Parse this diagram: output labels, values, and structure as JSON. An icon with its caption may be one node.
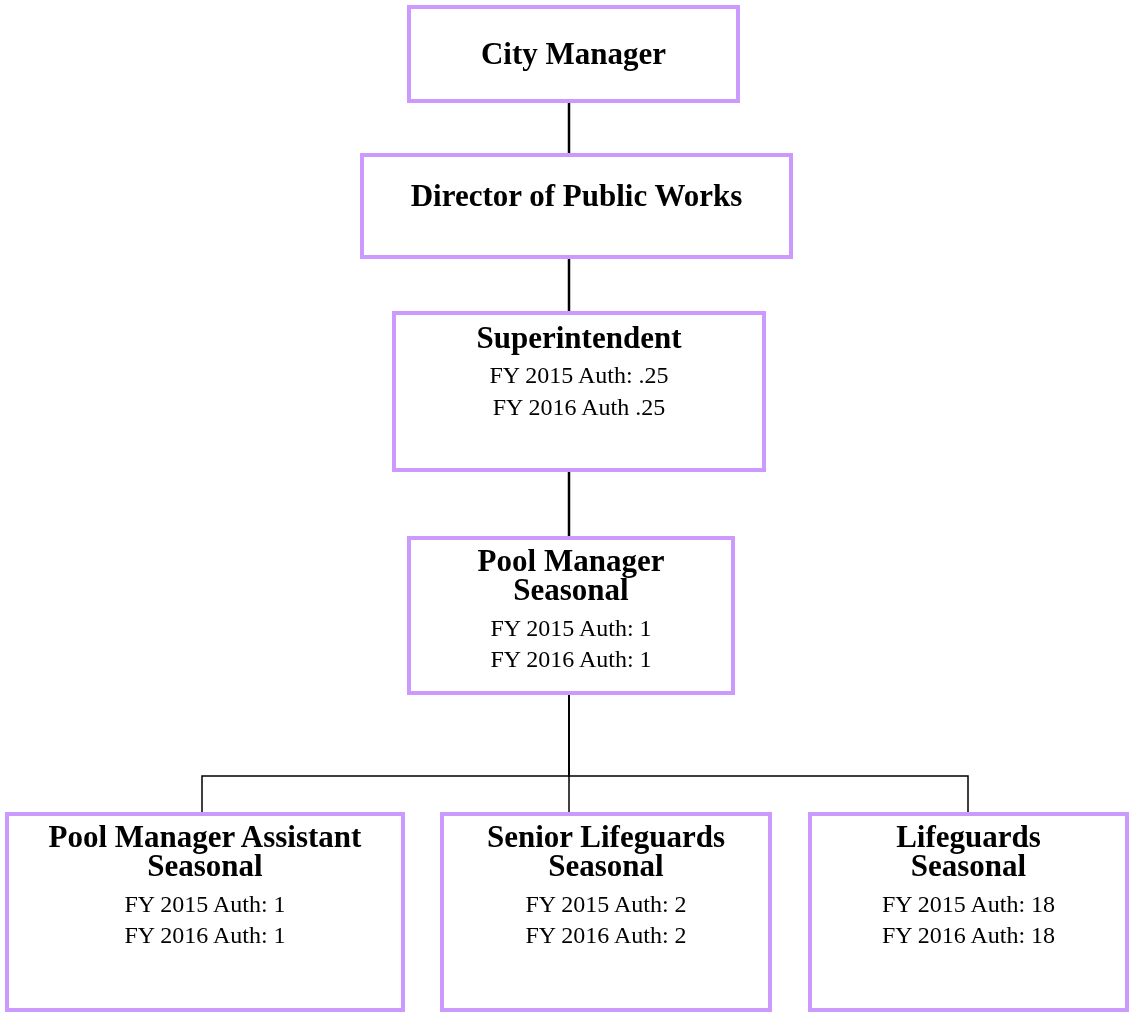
{
  "diagram": {
    "nodes": [
      {
        "text": [
          "City Manager"
        ]
      },
      {
        "text": [
          "Director of Public Works"
        ]
      },
      {
        "text": [
          "Superintendent",
          "FY 2015 Auth: .25",
          "FY 2016 Auth .25"
        ]
      },
      {
        "text": [
          "Pool Manager Seasonal",
          "FY 2015 Auth: 1",
          "FY 2016 Auth: 1"
        ]
      },
      {
        "text": [
          "Pool Manager Assistant Seasonal",
          "FY 2015 Auth: 1",
          "FY 2016 Auth: 1"
        ]
      },
      {
        "text": [
          "Senior Lifeguards Seasonal",
          "FY 2015 Auth: 2",
          "FY 2016 Auth: 2"
        ]
      },
      {
        "text": [
          "Lifeguards Seasonal",
          "FY 2015 Auth: 18",
          "FY 2016 Auth: 18"
        ]
      }
    ],
    "edges": [
      {
        "from": 0,
        "to": 1,
        "arrow": "none"
      },
      {
        "from": 1,
        "to": 2,
        "arrow": "none"
      },
      {
        "from": 2,
        "to": 3,
        "arrow": "none"
      },
      {
        "from": 3,
        "to": 4,
        "arrow": "none"
      },
      {
        "from": 3,
        "to": 5,
        "arrow": "none"
      },
      {
        "from": 3,
        "to": 6,
        "arrow": "none"
      }
    ]
  }
}
